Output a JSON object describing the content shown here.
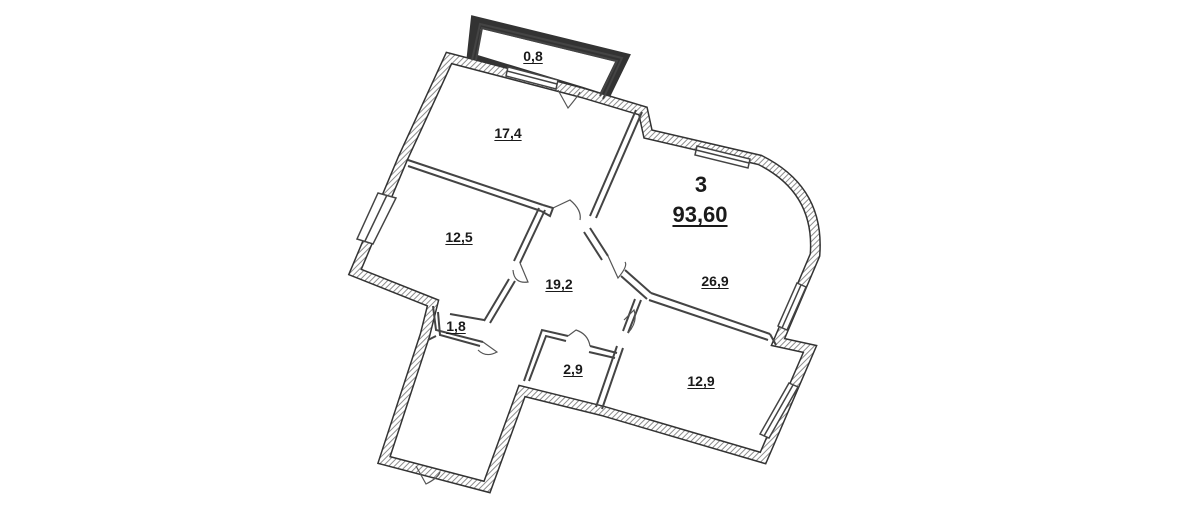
{
  "summary": {
    "rooms": "3",
    "total_area": "93,60"
  },
  "rooms": [
    {
      "id": "balcony",
      "area": "0,8"
    },
    {
      "id": "bedroom-top",
      "area": "17,4"
    },
    {
      "id": "living-room",
      "area": "26,9"
    },
    {
      "id": "bedroom-left",
      "area": "12,5"
    },
    {
      "id": "hall",
      "area": "19,2"
    },
    {
      "id": "toilet",
      "area": "1,8"
    },
    {
      "id": "bathroom",
      "area": "2,9"
    },
    {
      "id": "kitchen",
      "area": "12,9"
    }
  ],
  "colors": {
    "wall_hatch": "#8c8c8c",
    "wall_outline": "#333333",
    "line": "#444444"
  }
}
